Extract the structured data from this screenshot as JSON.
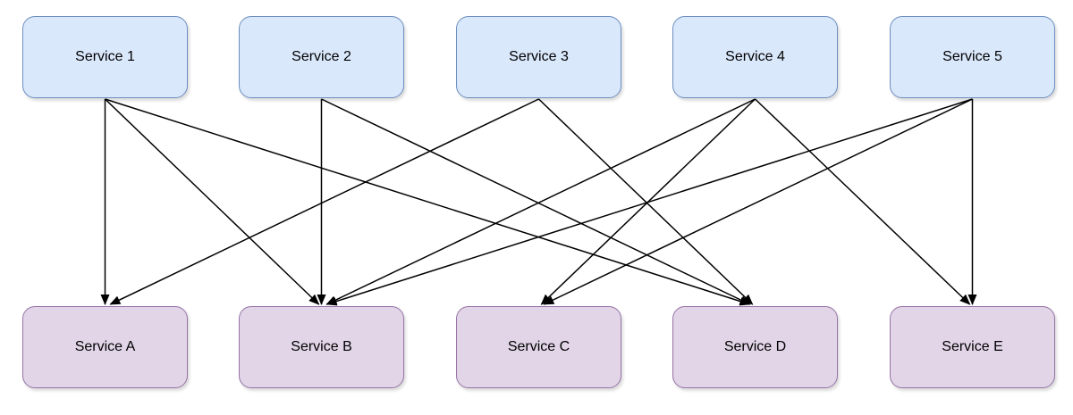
{
  "diagram": {
    "kind": "bipartite-service-dependency-diagram",
    "top_nodes": [
      {
        "id": "1",
        "label": "Service 1"
      },
      {
        "id": "2",
        "label": "Service 2"
      },
      {
        "id": "3",
        "label": "Service 3"
      },
      {
        "id": "4",
        "label": "Service 4"
      },
      {
        "id": "5",
        "label": "Service 5"
      }
    ],
    "bottom_nodes": [
      {
        "id": "A",
        "label": "Service A"
      },
      {
        "id": "B",
        "label": "Service B"
      },
      {
        "id": "C",
        "label": "Service C"
      },
      {
        "id": "D",
        "label": "Service D"
      },
      {
        "id": "E",
        "label": "Service E"
      }
    ],
    "edges": [
      {
        "from": "1",
        "to": "A"
      },
      {
        "from": "1",
        "to": "B"
      },
      {
        "from": "1",
        "to": "D"
      },
      {
        "from": "2",
        "to": "B"
      },
      {
        "from": "2",
        "to": "D"
      },
      {
        "from": "3",
        "to": "A"
      },
      {
        "from": "3",
        "to": "D"
      },
      {
        "from": "4",
        "to": "B"
      },
      {
        "from": "4",
        "to": "C"
      },
      {
        "from": "4",
        "to": "E"
      },
      {
        "from": "5",
        "to": "B"
      },
      {
        "from": "5",
        "to": "C"
      },
      {
        "from": "5",
        "to": "E"
      }
    ],
    "colors": {
      "background": "#ffffff",
      "top_fill": "#dae8fc",
      "top_stroke": "#6c8ebf",
      "bottom_fill": "#e1d5e7",
      "bottom_stroke": "#9673a6",
      "edge": "#000000",
      "text": "#000000"
    }
  }
}
